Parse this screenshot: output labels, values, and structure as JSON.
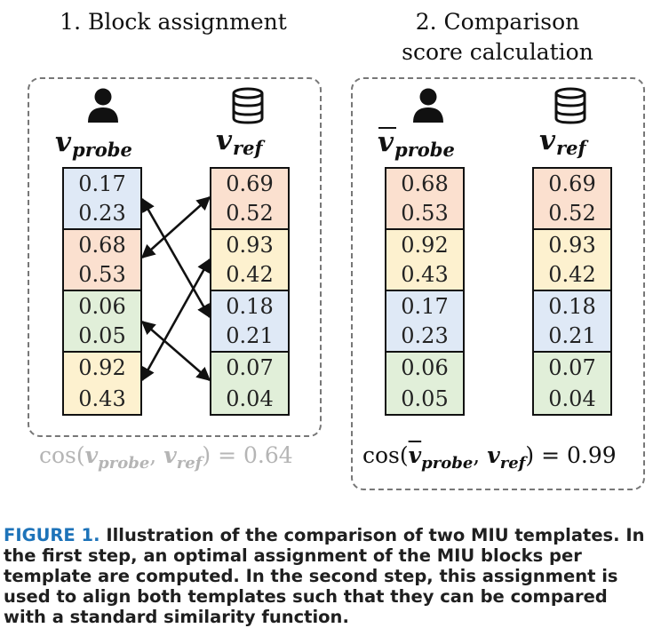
{
  "panels": {
    "left": {
      "title_line1": "1. Block assignment",
      "probe_symbol": "v",
      "probe_sub": "probe",
      "ref_symbol": "v",
      "ref_sub": "ref",
      "probe_blocks": [
        {
          "values": [
            "0.17",
            "0.23"
          ],
          "color": "#dfe9f6"
        },
        {
          "values": [
            "0.68",
            "0.53"
          ],
          "color": "#fbe0cf"
        },
        {
          "values": [
            "0.06",
            "0.05"
          ],
          "color": "#e1efd9"
        },
        {
          "values": [
            "0.92",
            "0.43"
          ],
          "color": "#fdf1cf"
        }
      ],
      "ref_blocks": [
        {
          "values": [
            "0.69",
            "0.52"
          ],
          "color": "#fbe0cf"
        },
        {
          "values": [
            "0.93",
            "0.42"
          ],
          "color": "#fdf1cf"
        },
        {
          "values": [
            "0.18",
            "0.21"
          ],
          "color": "#dfe9f6"
        },
        {
          "values": [
            "0.07",
            "0.04"
          ],
          "color": "#e1efd9"
        }
      ],
      "formula": {
        "prefix": "cos(",
        "a": "v",
        "a_sub": "probe",
        "sep": ", ",
        "b": "v",
        "b_sub": "ref",
        "suffix": ") = 0.64",
        "color": "#b5b5b5"
      }
    },
    "right": {
      "title_line1": "2. Comparison",
      "title_line2": "score calculation",
      "probe_symbol": "v",
      "probe_sub": "probe",
      "ref_symbol": "v",
      "ref_sub": "ref",
      "probe_blocks": [
        {
          "values": [
            "0.68",
            "0.53"
          ],
          "color": "#fbe0cf"
        },
        {
          "values": [
            "0.92",
            "0.43"
          ],
          "color": "#fdf1cf"
        },
        {
          "values": [
            "0.17",
            "0.23"
          ],
          "color": "#dfe9f6"
        },
        {
          "values": [
            "0.06",
            "0.05"
          ],
          "color": "#e1efd9"
        }
      ],
      "ref_blocks": [
        {
          "values": [
            "0.69",
            "0.52"
          ],
          "color": "#fbe0cf"
        },
        {
          "values": [
            "0.93",
            "0.42"
          ],
          "color": "#fdf1cf"
        },
        {
          "values": [
            "0.18",
            "0.21"
          ],
          "color": "#dfe9f6"
        },
        {
          "values": [
            "0.07",
            "0.04"
          ],
          "color": "#e1efd9"
        }
      ],
      "formula": {
        "prefix": "cos(",
        "a": "v",
        "a_sub": "probe",
        "sep": ", ",
        "b": "v",
        "b_sub": "ref",
        "suffix": ") = 0.99",
        "color": "#111111"
      }
    }
  },
  "icons": {
    "person": "person-icon",
    "database": "database-icon"
  },
  "caption": {
    "label": "FIGURE 1.",
    "text": " Illustration of the comparison of two MIU templates. In the first step, an optimal assignment of the MIU blocks per template are computed. In the second step, this assignment is used to align both templates such that they can be compared with a standard similarity function.",
    "label_color": "#1d73b9"
  }
}
